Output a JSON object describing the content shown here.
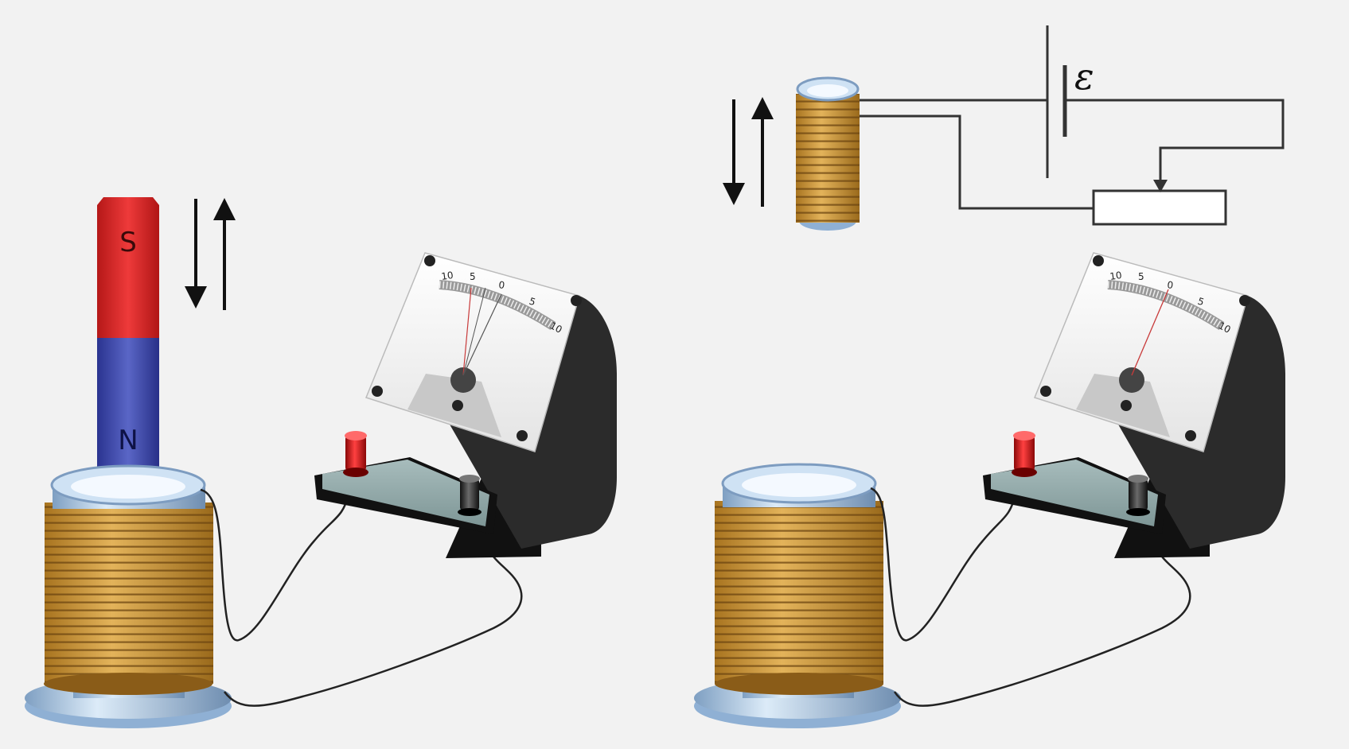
{
  "magnet": {
    "top_pole": "S",
    "bottom_pole": "N"
  },
  "emf_symbol": "ε",
  "galvanometer_scale": [
    "10",
    "5",
    "0",
    "5",
    "10"
  ],
  "colors": {
    "background": "#f2f2f2",
    "magnet_south": "#d42a2a",
    "magnet_north": "#3b45a8",
    "coil_wire": "#c8962e",
    "coil_tube": "#a8c8e8",
    "terminal_positive": "#cc1111",
    "terminal_negative": "#2a2a2a",
    "meter_body": "#2b2b2b",
    "meter_base": "#8fa6a6"
  },
  "icons": [
    "up-arrow-icon",
    "down-arrow-icon"
  ]
}
